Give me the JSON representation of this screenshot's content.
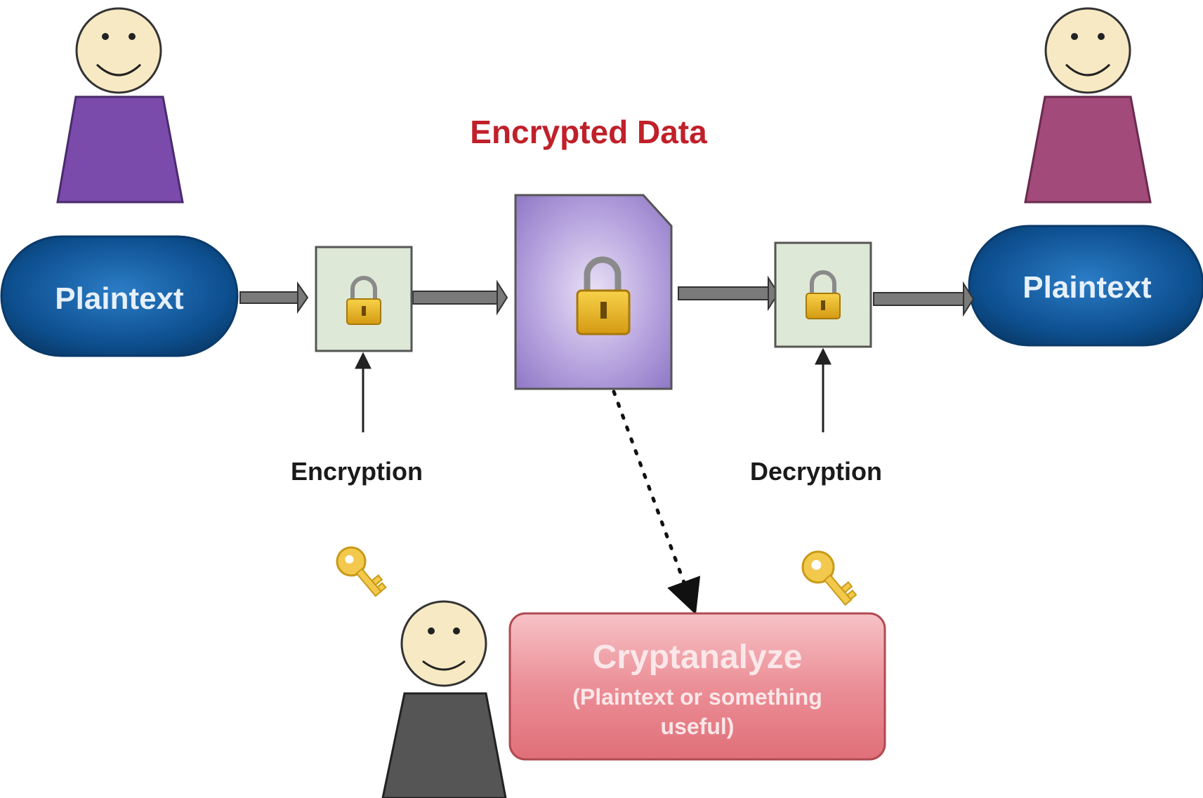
{
  "title": "Encrypted Data",
  "sender": {
    "label": "Plaintext"
  },
  "receiver": {
    "label": "Plaintext"
  },
  "encryption": {
    "label": "Encryption"
  },
  "decryption": {
    "label": "Decryption"
  },
  "cryptanalyze": {
    "title": "Cryptanalyze",
    "line1": "(Plaintext or something",
    "line2": "useful)"
  },
  "colors": {
    "title_red": "#c0202a",
    "sender_body": "#7a4bab",
    "receiver_body": "#a24a7a",
    "attacker_body": "#555555",
    "face": "#f7e9c3",
    "plaintext_pill": "#0d4f8f",
    "process_box": "#dde8d6",
    "document": "#b09ad8",
    "cryptanalyze_box": "#e8828a"
  },
  "icons": [
    "padlock-icon",
    "key-icon",
    "person-icon"
  ]
}
